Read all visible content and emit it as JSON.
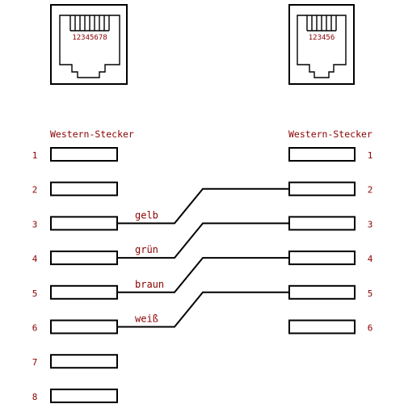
{
  "jacks": {
    "left": {
      "pin_text": "12345678",
      "contacts": 8
    },
    "right": {
      "pin_text": "123456",
      "contacts": 6
    }
  },
  "left_connector": {
    "title": "Western-Stecker",
    "pins": [
      "1",
      "2",
      "3",
      "4",
      "5",
      "6",
      "7",
      "8"
    ]
  },
  "right_connector": {
    "title": "Western-Stecker",
    "pins": [
      "1",
      "2",
      "3",
      "4",
      "5",
      "6"
    ]
  },
  "wires": [
    {
      "label": "gelb",
      "from_left_pin": "3",
      "to_right_pin": "2"
    },
    {
      "label": "grün",
      "from_left_pin": "4",
      "to_right_pin": "3"
    },
    {
      "label": "braun",
      "from_left_pin": "5",
      "to_right_pin": "4"
    },
    {
      "label": "weiß",
      "from_left_pin": "6",
      "to_right_pin": "5"
    }
  ]
}
